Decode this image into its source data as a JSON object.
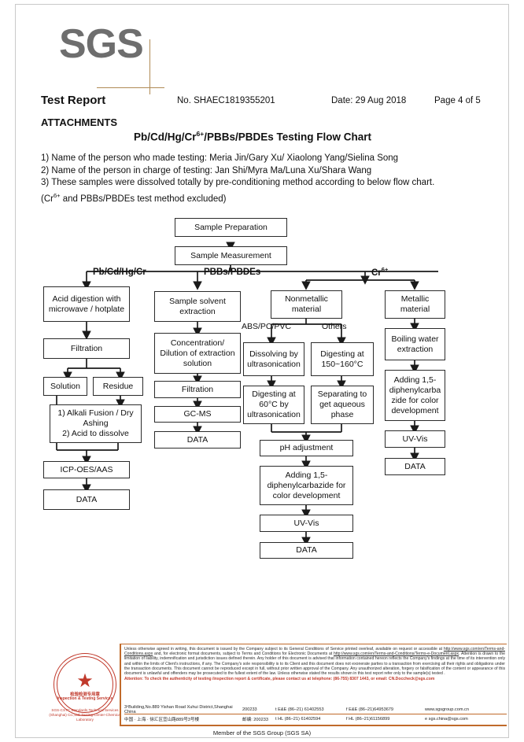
{
  "logo": {
    "text": "SGS"
  },
  "header": {
    "title": "Test Report",
    "report_no": "No. SHAEC1819355201",
    "date": "Date: 29 Aug 2018",
    "page": "Page 4 of 5",
    "attachments_label": "ATTACHMENTS",
    "flow_title_prefix": "Pb/Cd/Hg/Cr",
    "flow_title_sup": "6+",
    "flow_title_suffix": "/PBBs/PBDEs Testing Flow Chart"
  },
  "notes": {
    "line1": "1) Name of the person who made testing: Meria Jin/Gary Xu/ Xiaolong Yang/Sielina Song",
    "line2": "2) Name of the person in charge of testing: Jan Shi/Myra Ma/Luna Xu/Shara Wang",
    "line3": "3) These samples were dissolved totally by pre-conditioning method according to below flow chart.",
    "line4_prefix": "(Cr",
    "line4_sup": "6+",
    "line4_suffix": " and PBBs/PBDEs test method excluded)"
  },
  "chart_data": {
    "type": "diagram",
    "title": "Pb/Cd/Hg/Cr6+/PBBs/PBDEs Testing Flow Chart",
    "nodes": {
      "sample_preparation": "Sample Preparation",
      "sample_measurement": "Sample Measurement",
      "acid_digestion": "Acid digestion with microwave / hotplate",
      "filtration_left": "Filtration",
      "solution": "Solution",
      "residue": "Residue",
      "alkali": "1) Alkali Fusion / Dry Ashing\n2) Acid to dissolve",
      "icp_oes": "ICP-OES/AAS",
      "data_left": "DATA",
      "sample_solvent": "Sample solvent extraction",
      "concentration": "Concentration/ Dilution of extraction solution",
      "filtration_mid": "Filtration",
      "gcms": "GC-MS",
      "data_mid": "DATA",
      "nonmetallic": "Nonmetallic material",
      "dissolving": "Dissolving by ultrasonication",
      "digesting_150": "Digesting at 150~160°C",
      "digesting_60": "Digesting at 60°C by ultrasonication",
      "separating": "Separating to get aqueous phase",
      "ph_adjustment": "pH adjustment",
      "adding_dpc_mid": "Adding 1,5-diphenylcarbazide for color development",
      "uvvis_mid": "UV-Vis",
      "data_cr_mid": "DATA",
      "metallic": "Metallic material",
      "boiling_water": "Boiling water extraction",
      "adding_dpc_right": "Adding 1,5-diphenylcarba zide for color development",
      "uvvis_right": "UV-Vis",
      "data_right": "DATA"
    },
    "branch_labels": {
      "left": "Pb/Cd/Hg/Cr",
      "middle": "PBBs/PBDEs",
      "right_prefix": "Cr",
      "right_sup": "6+",
      "abs_pc_pvc": "ABS/PC/PVC",
      "others": "Others"
    },
    "alkali_lines": [
      "1) Alkali Fusion / Dry",
      "Ashing",
      "2) Acid to dissolve"
    ]
  },
  "footer": {
    "legal_p1": "Unless otherwise agreed in writing, this document is issued by the Company subject to its General Conditions of Service printed overleaf, available on request or accessible at ",
    "legal_link1": "http://www.sgs.com/en/Terms-and-Conditions.aspx",
    "legal_p2": " and, for electronic format documents, subject to Terms and Conditions for Electronic Documents at ",
    "legal_link2": "http://www.sgs.com/en/Terms-and-Conditions/Terms-e-Document.aspx",
    "legal_p3": ". Attention is drawn to the limitation of liability, indemnification and jurisdiction issues defined therein. Any holder of this document is advised that information contained hereon reflects the Company's findings at the time of its intervention only and within the limits of Client's instructions, if any. The Company's sole responsibility is to its Client and this document does not exonerate parties to a transaction from exercising all their rights and obligations under the transaction documents. This document cannot be reproduced except in full, without prior written approval of the Company. Any unauthorized alteration, forgery or falsification of the content or appearance of this document is unlawful and offenders may be prosecuted to the fullest extent of the law. Unless otherwise stated the results shown in this test report refer only to the sample(s) tested .",
    "attention": "Attention: To check the authenticity of testing /inspection report & certificate, please contact us at telephone: (86-755) 8307 1443, or email: CN.Doccheck@sgs.com",
    "addr_en": "3ⁿBuilding,No.889 Yishan Road Xuhui District,Shanghai China",
    "addr_en_zip": "200233",
    "addr_en_tel": "t E&E (86–21) 61402553",
    "addr_en_fax": "f E&E (86–21)64953679",
    "addr_en_web": "www.sgsgroup.com.cn",
    "addr_cn": "中国 · 上海 · 徐汇区宜山路889号3号楼",
    "addr_cn_zip": "邮编: 200233",
    "addr_cn_tel": "t HL (86–21) 61402594",
    "addr_cn_fax": "f HL (86–21)61156899",
    "addr_cn_mail": "e sgs.china@sgs.com",
    "member": "Member of the SGS Group (SGS SA)"
  },
  "seal": {
    "line1": "检验检测专用章",
    "line2": "Inspection & Testing Services",
    "line3": "SGS-CSTC Standards Technical Services (Shanghai) Co.,Ltd.\nTesting Center-Chemical Laboratory"
  },
  "colors": {
    "brand_gray": "#6e6e6e",
    "rule_orange": "#c06a2a",
    "attention_red": "#c0392b",
    "line_black": "#1a1a1a"
  }
}
